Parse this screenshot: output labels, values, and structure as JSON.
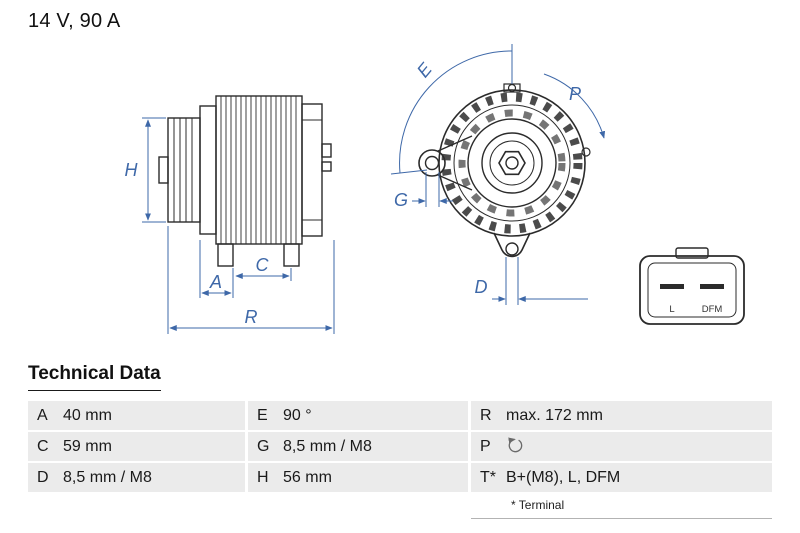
{
  "header": {
    "rating": "14 V, 90 A"
  },
  "diagram": {
    "labels": {
      "H": "H",
      "A": "A",
      "C": "C",
      "R": "R",
      "E": "E",
      "G": "G",
      "P": "P",
      "D": "D"
    },
    "connector": {
      "pins": [
        "L",
        "DFM"
      ]
    }
  },
  "table": {
    "title": "Technical Data",
    "rows": [
      {
        "cells": [
          {
            "key": "A",
            "value": "40 mm"
          },
          {
            "key": "E",
            "value": "90 °"
          },
          {
            "key": "R",
            "value": "max. 172 mm"
          }
        ]
      },
      {
        "cells": [
          {
            "key": "C",
            "value": "59 mm"
          },
          {
            "key": "G",
            "value": "8,5 mm / M8"
          },
          {
            "key": "P",
            "value": "",
            "icon": "rotation-direction-icon"
          }
        ]
      },
      {
        "cells": [
          {
            "key": "D",
            "value": "8,5 mm / M8"
          },
          {
            "key": "H",
            "value": "56 mm"
          },
          {
            "key": "T*",
            "value": "B+(M8), L, DFM"
          }
        ]
      }
    ],
    "footnote": "* Terminal"
  },
  "colors": {
    "dimension_blue": "#3e68a8",
    "row_background": "#ebebeb"
  }
}
